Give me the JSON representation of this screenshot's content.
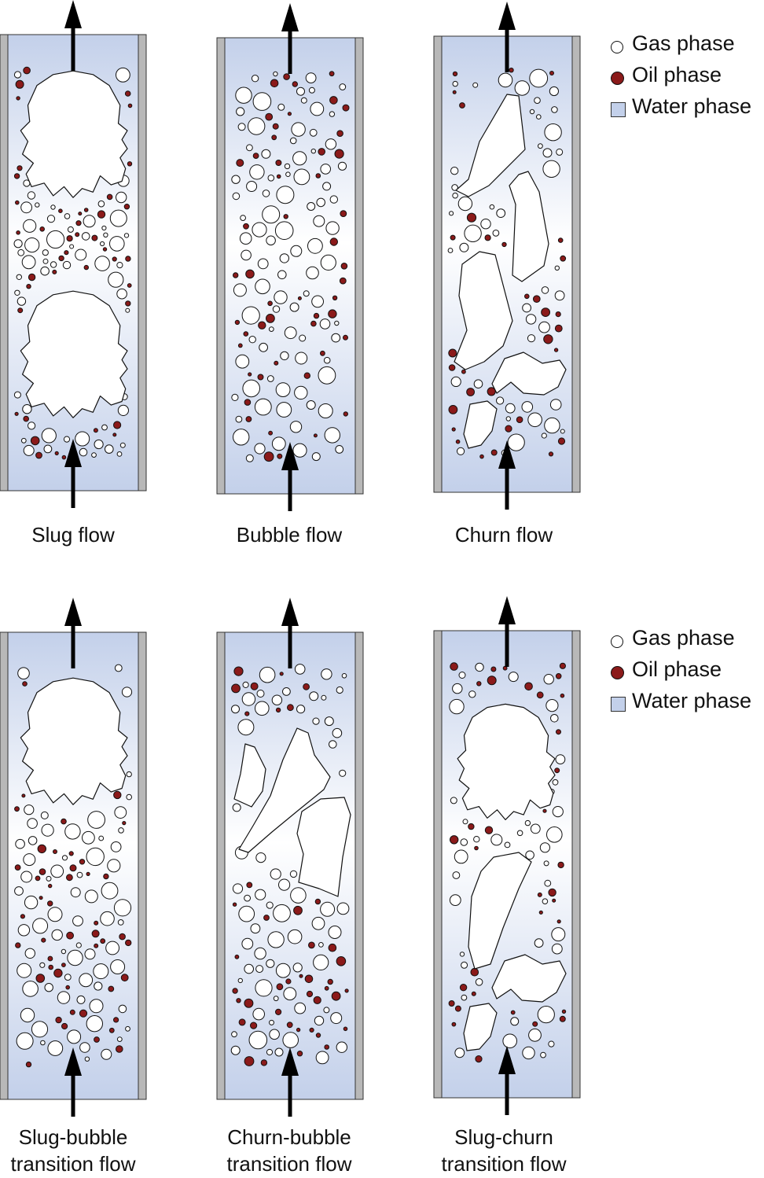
{
  "legends": [
    {
      "gas": "Gas phase",
      "oil": "Oil phase",
      "water": "Water phase"
    },
    {
      "gas": "Gas phase",
      "oil": "Oil phase",
      "water": "Water phase"
    }
  ],
  "panels": [
    {
      "caption_line1": "Slug flow",
      "caption_line2": ""
    },
    {
      "caption_line1": "Bubble flow",
      "caption_line2": ""
    },
    {
      "caption_line1": "Churn flow",
      "caption_line2": ""
    },
    {
      "caption_line1": "Slug-bubble",
      "caption_line2": "transition flow"
    },
    {
      "caption_line1": "Churn-bubble",
      "caption_line2": "transition flow"
    },
    {
      "caption_line1": "Slug-churn",
      "caption_line2": "transition flow"
    }
  ],
  "colors": {
    "water": "#c3d0ea",
    "pipe_wall": "#b8b8b8",
    "oil": "#8b1a1a",
    "gas": "#ffffff",
    "outline": "#111111"
  }
}
